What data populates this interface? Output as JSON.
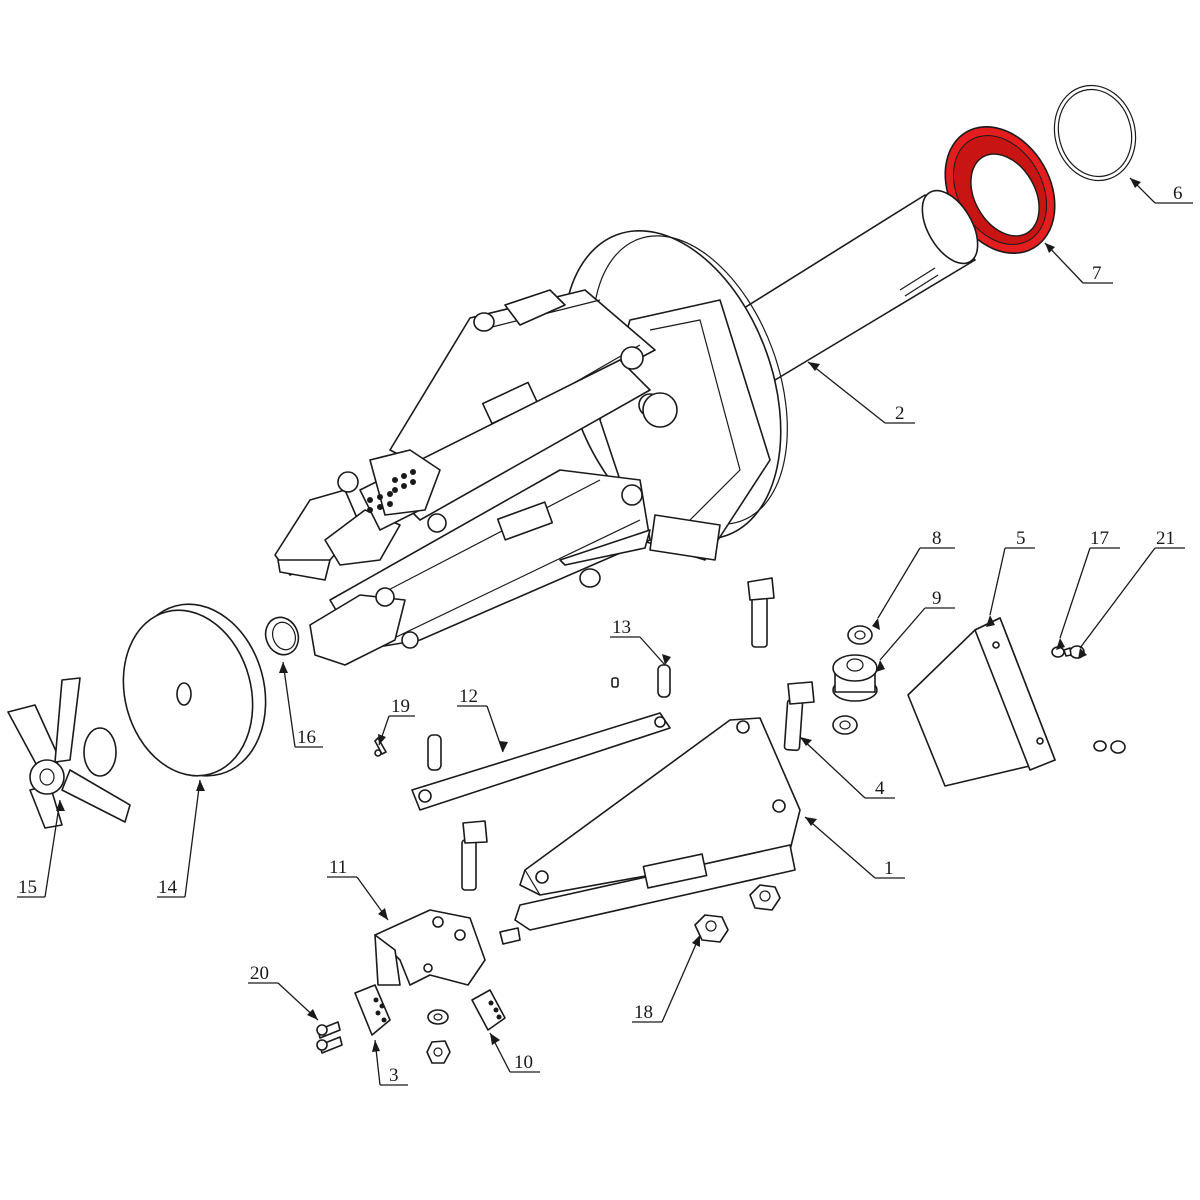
{
  "diagram": {
    "highlight_color": "#e41e1e",
    "line_color": "#1a1a1a",
    "background": "#ffffff",
    "highlighted_part": "7",
    "callouts": [
      "1",
      "2",
      "3",
      "4",
      "5",
      "6",
      "7",
      "8",
      "9",
      "10",
      "11",
      "12",
      "13",
      "14",
      "15",
      "16",
      "17",
      "18",
      "19",
      "20",
      "21"
    ]
  }
}
